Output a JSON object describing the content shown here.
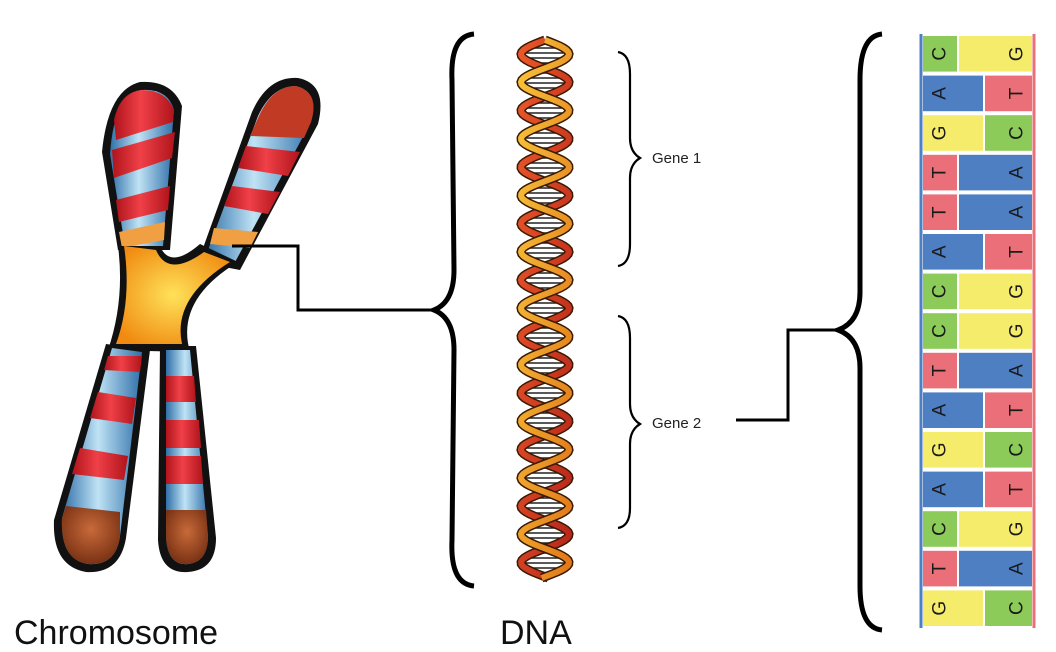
{
  "labels": {
    "chromosome": "Chromosome",
    "dna": "DNA",
    "gene1": "Gene 1",
    "gene2": "Gene 2"
  },
  "colors": {
    "A": "#4e7fc3",
    "T": "#ea6f78",
    "G": "#f5ec6c",
    "C": "#8ccb5a",
    "chromosome_band_red": "#e3242b",
    "chromosome_band_blue": "#5fa6d6",
    "centromere_orange": "#f7a51c",
    "dna_strand": "#f0a020"
  },
  "base_pairs": [
    [
      "C",
      "G"
    ],
    [
      "A",
      "T"
    ],
    [
      "G",
      "C"
    ],
    [
      "T",
      "A"
    ],
    [
      "T",
      "A"
    ],
    [
      "A",
      "T"
    ],
    [
      "C",
      "G"
    ],
    [
      "C",
      "G"
    ],
    [
      "T",
      "A"
    ],
    [
      "A",
      "T"
    ],
    [
      "G",
      "C"
    ],
    [
      "A",
      "T"
    ],
    [
      "C",
      "G"
    ],
    [
      "T",
      "A"
    ],
    [
      "G",
      "C"
    ]
  ]
}
